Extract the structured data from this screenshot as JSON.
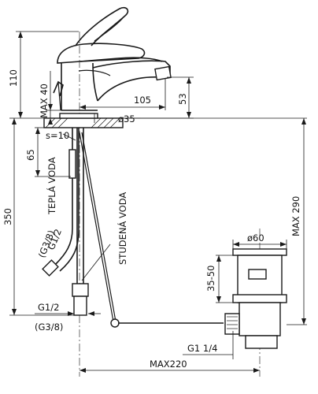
{
  "labels": {
    "dim_110": "110",
    "dim_max40": "MAX 40",
    "dim_105": "105",
    "dim_53": "53",
    "dim_d35": "ø35",
    "dim_s10": "s=10",
    "dim_65": "65",
    "dim_350": "350",
    "dim_max290": "MAX  290",
    "hot_water": "TEPLÁ VODA",
    "cold_water": "STUDENÁ VODA",
    "thread_hot_a": "G1/2",
    "thread_hot_b": "(G3/8)",
    "thread_bottom_a": "G1/2",
    "thread_bottom_b": "(G3/8)",
    "dim_d60": "ø60",
    "dim_35_50": "35-50",
    "thread_waste": "G1  1/4",
    "dim_max220": "MAX220"
  }
}
